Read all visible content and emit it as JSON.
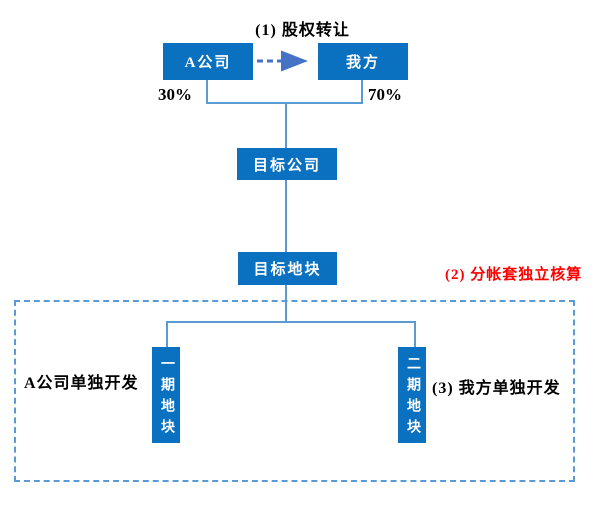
{
  "diagram": {
    "title_step1": "(1) 股权转让",
    "nodes": {
      "company_a": "A公司",
      "our_side": "我方",
      "target_company": "目标公司",
      "target_plot": "目标地块",
      "phase1_plot": "一期地块",
      "phase2_plot": "二期地块"
    },
    "labels": {
      "share_company_a": "30%",
      "share_our_side": "70%",
      "step2_note": "(2) 分帐套独立核算",
      "left_note": "A公司单独开发",
      "right_note": "(3) 我方单独开发"
    },
    "colors": {
      "node_fill": "#0a70c0",
      "node_text": "#ffffff",
      "connector_line": "#5b9bd5",
      "transfer_arrow": "#4472c4",
      "dashed_border": "#5b9bd5",
      "step2_text": "#ff0000",
      "label_text": "#000000"
    }
  }
}
